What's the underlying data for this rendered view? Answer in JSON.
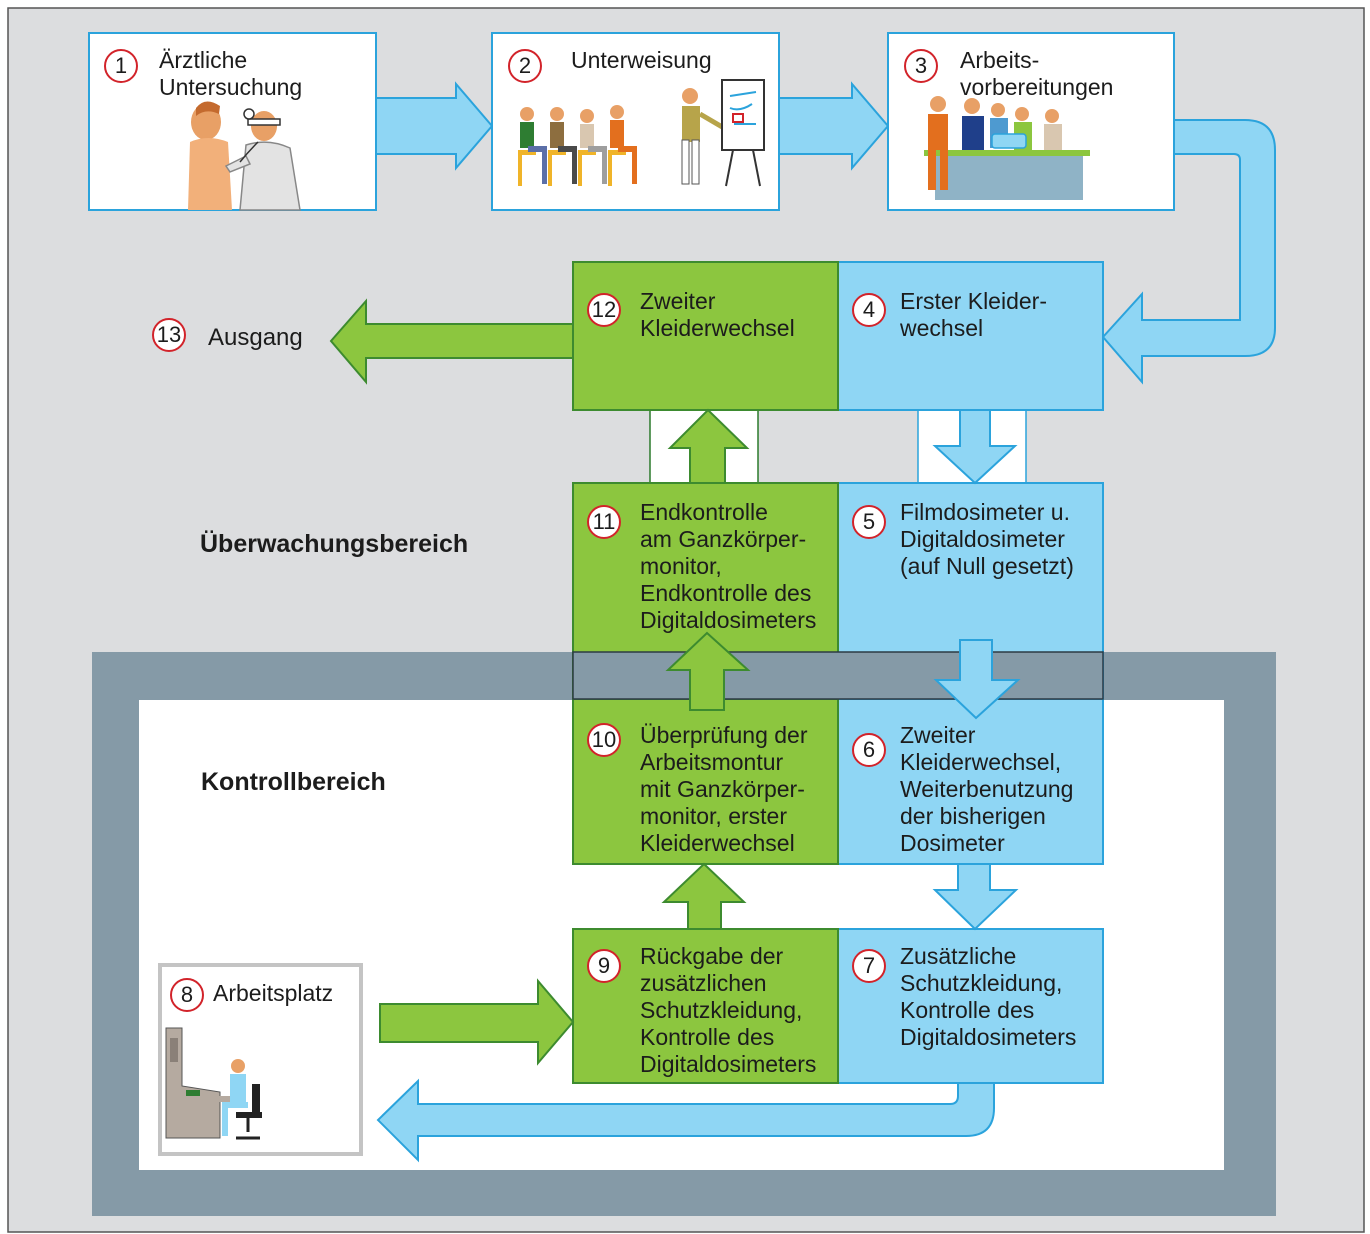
{
  "colors": {
    "background": "#dcdddf",
    "control_frame": "#859aa7",
    "blue_box": "#8fd6f4",
    "blue_border": "#2ba3dc",
    "green_box": "#8cc63f",
    "green_border": "#3d8b2f",
    "number_ring": "#d2232a"
  },
  "areas": {
    "monitoring": "Überwachungsbereich",
    "control": "Kontrollbereich"
  },
  "steps": {
    "s1": {
      "number": "1",
      "label": "Ärztliche\nUntersuchung"
    },
    "s2": {
      "number": "2",
      "label": "Unterweisung"
    },
    "s3": {
      "number": "3",
      "label": "Arbeits-\nvorbereitungen"
    },
    "s4": {
      "number": "4",
      "label": "Erster Kleider-\nwechsel"
    },
    "s5": {
      "number": "5",
      "label": "Filmdosimeter u.\nDigitaldosimeter\n(auf Null gesetzt)"
    },
    "s6": {
      "number": "6",
      "label": "Zweiter\nKleiderwechsel,\nWeiterbenutzung\nder bisherigen\nDosimeter"
    },
    "s7": {
      "number": "7",
      "label": "Zusätzliche\nSchutzkleidung,\nKontrolle des\nDigitaldosimeters"
    },
    "s8": {
      "number": "8",
      "label": "Arbeitsplatz"
    },
    "s9": {
      "number": "9",
      "label": "Rückgabe der\nzusätzlichen\nSchutzkleidung,\nKontrolle des\nDigitaldosimeters"
    },
    "s10": {
      "number": "10",
      "label": "Überprüfung der\nArbeitsmontur\nmit Ganzkörper-\nmonitor, erster\nKleiderwechsel"
    },
    "s11": {
      "number": "11",
      "label": "Endkontrolle\nam Ganzkörper-\nmonitor,\nEndkontrolle des\nDigitaldosimeters"
    },
    "s12": {
      "number": "12",
      "label": "Zweiter\nKleiderwechsel"
    },
    "s13": {
      "number": "13",
      "label": "Ausgang"
    }
  }
}
